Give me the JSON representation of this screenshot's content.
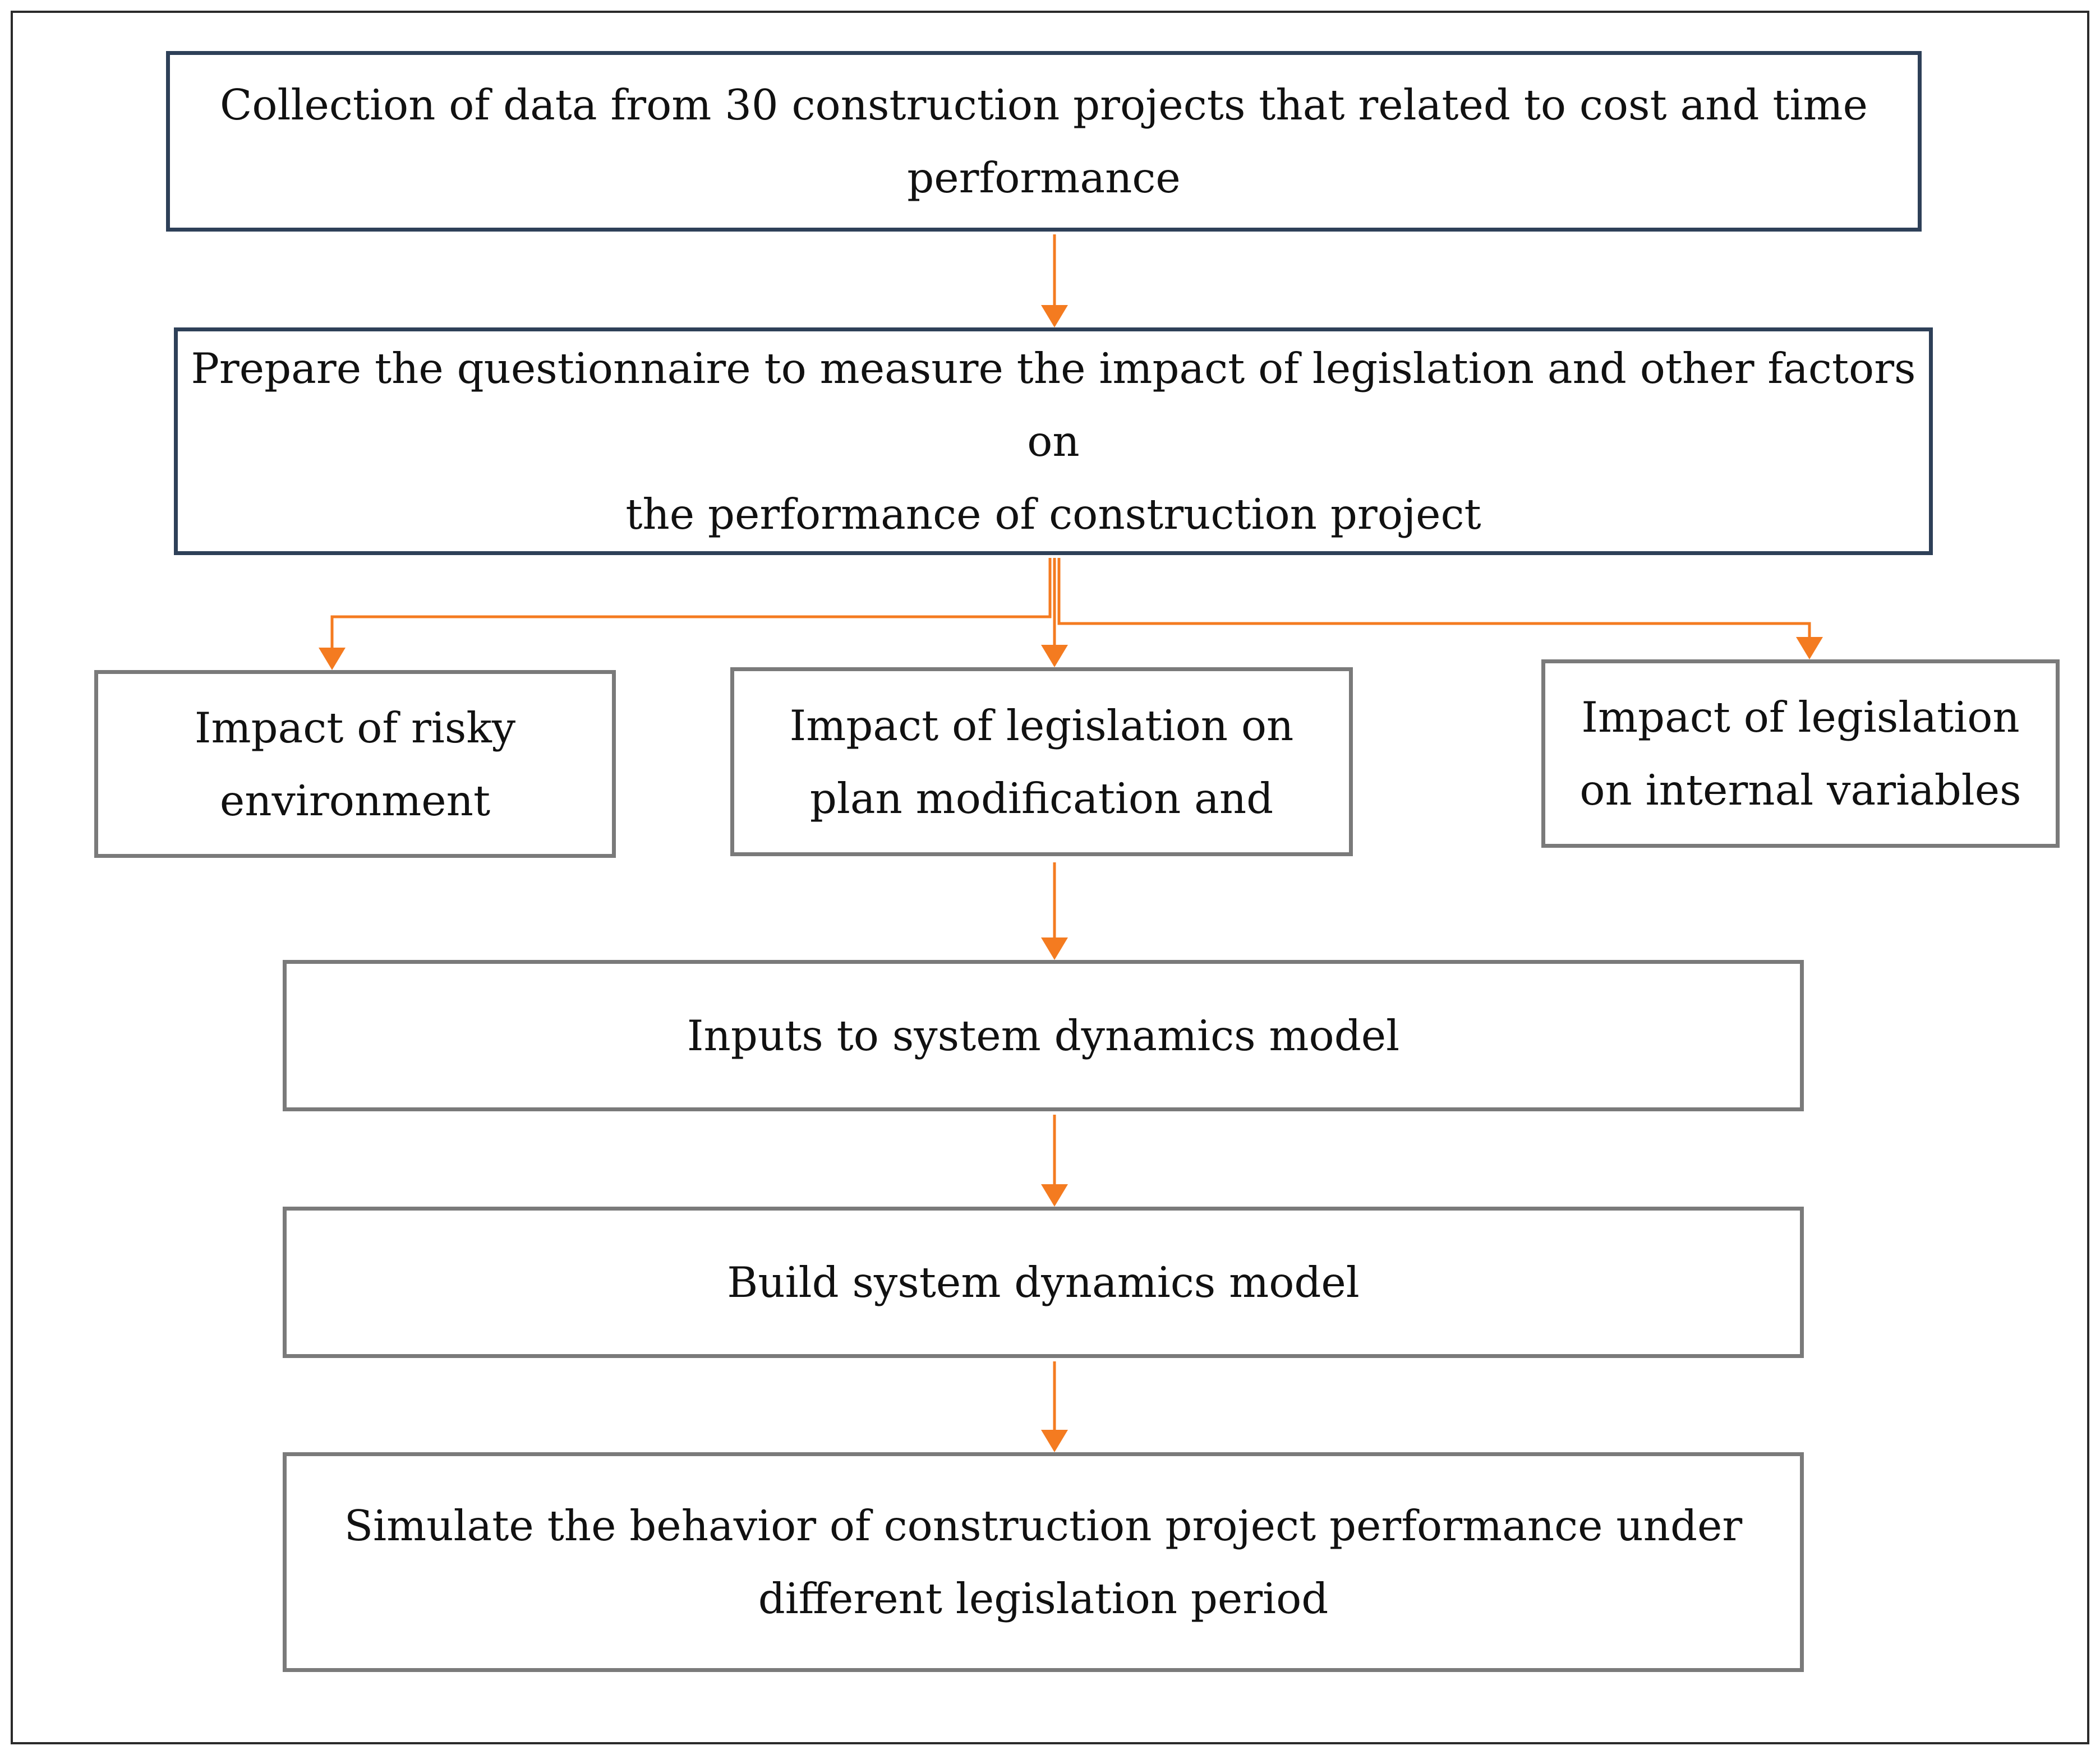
{
  "diagram": {
    "colors": {
      "frame": "#2b2b2b",
      "primary_border": "#2e4058",
      "secondary_border": "#7a7a7a",
      "arrow": "#f47b20"
    },
    "nodes": [
      {
        "id": "n1",
        "text": "Collection of data from 30 construction projects that related to  cost and time\nperformance"
      },
      {
        "id": "n2",
        "text": "Prepare the questionnaire to measure the impact of legislation and other factors on\nthe performance of construction project"
      },
      {
        "id": "n3",
        "text": "Impact of risky\nenvironment"
      },
      {
        "id": "n4",
        "text": "Impact of legislation on\nplan modification and"
      },
      {
        "id": "n5",
        "text": "Impact of legislation\non internal variables"
      },
      {
        "id": "n6",
        "text": "Inputs to system dynamics model"
      },
      {
        "id": "n7",
        "text": "Build system dynamics model"
      },
      {
        "id": "n8",
        "text": "Simulate the behavior of construction project performance under\ndifferent legislation period"
      }
    ],
    "edges": [
      {
        "from": "n1",
        "to": "n2"
      },
      {
        "from": "n2",
        "to": "n3"
      },
      {
        "from": "n2",
        "to": "n4"
      },
      {
        "from": "n2",
        "to": "n5"
      },
      {
        "from": "n4",
        "to": "n6"
      },
      {
        "from": "n6",
        "to": "n7"
      },
      {
        "from": "n7",
        "to": "n8"
      }
    ]
  }
}
